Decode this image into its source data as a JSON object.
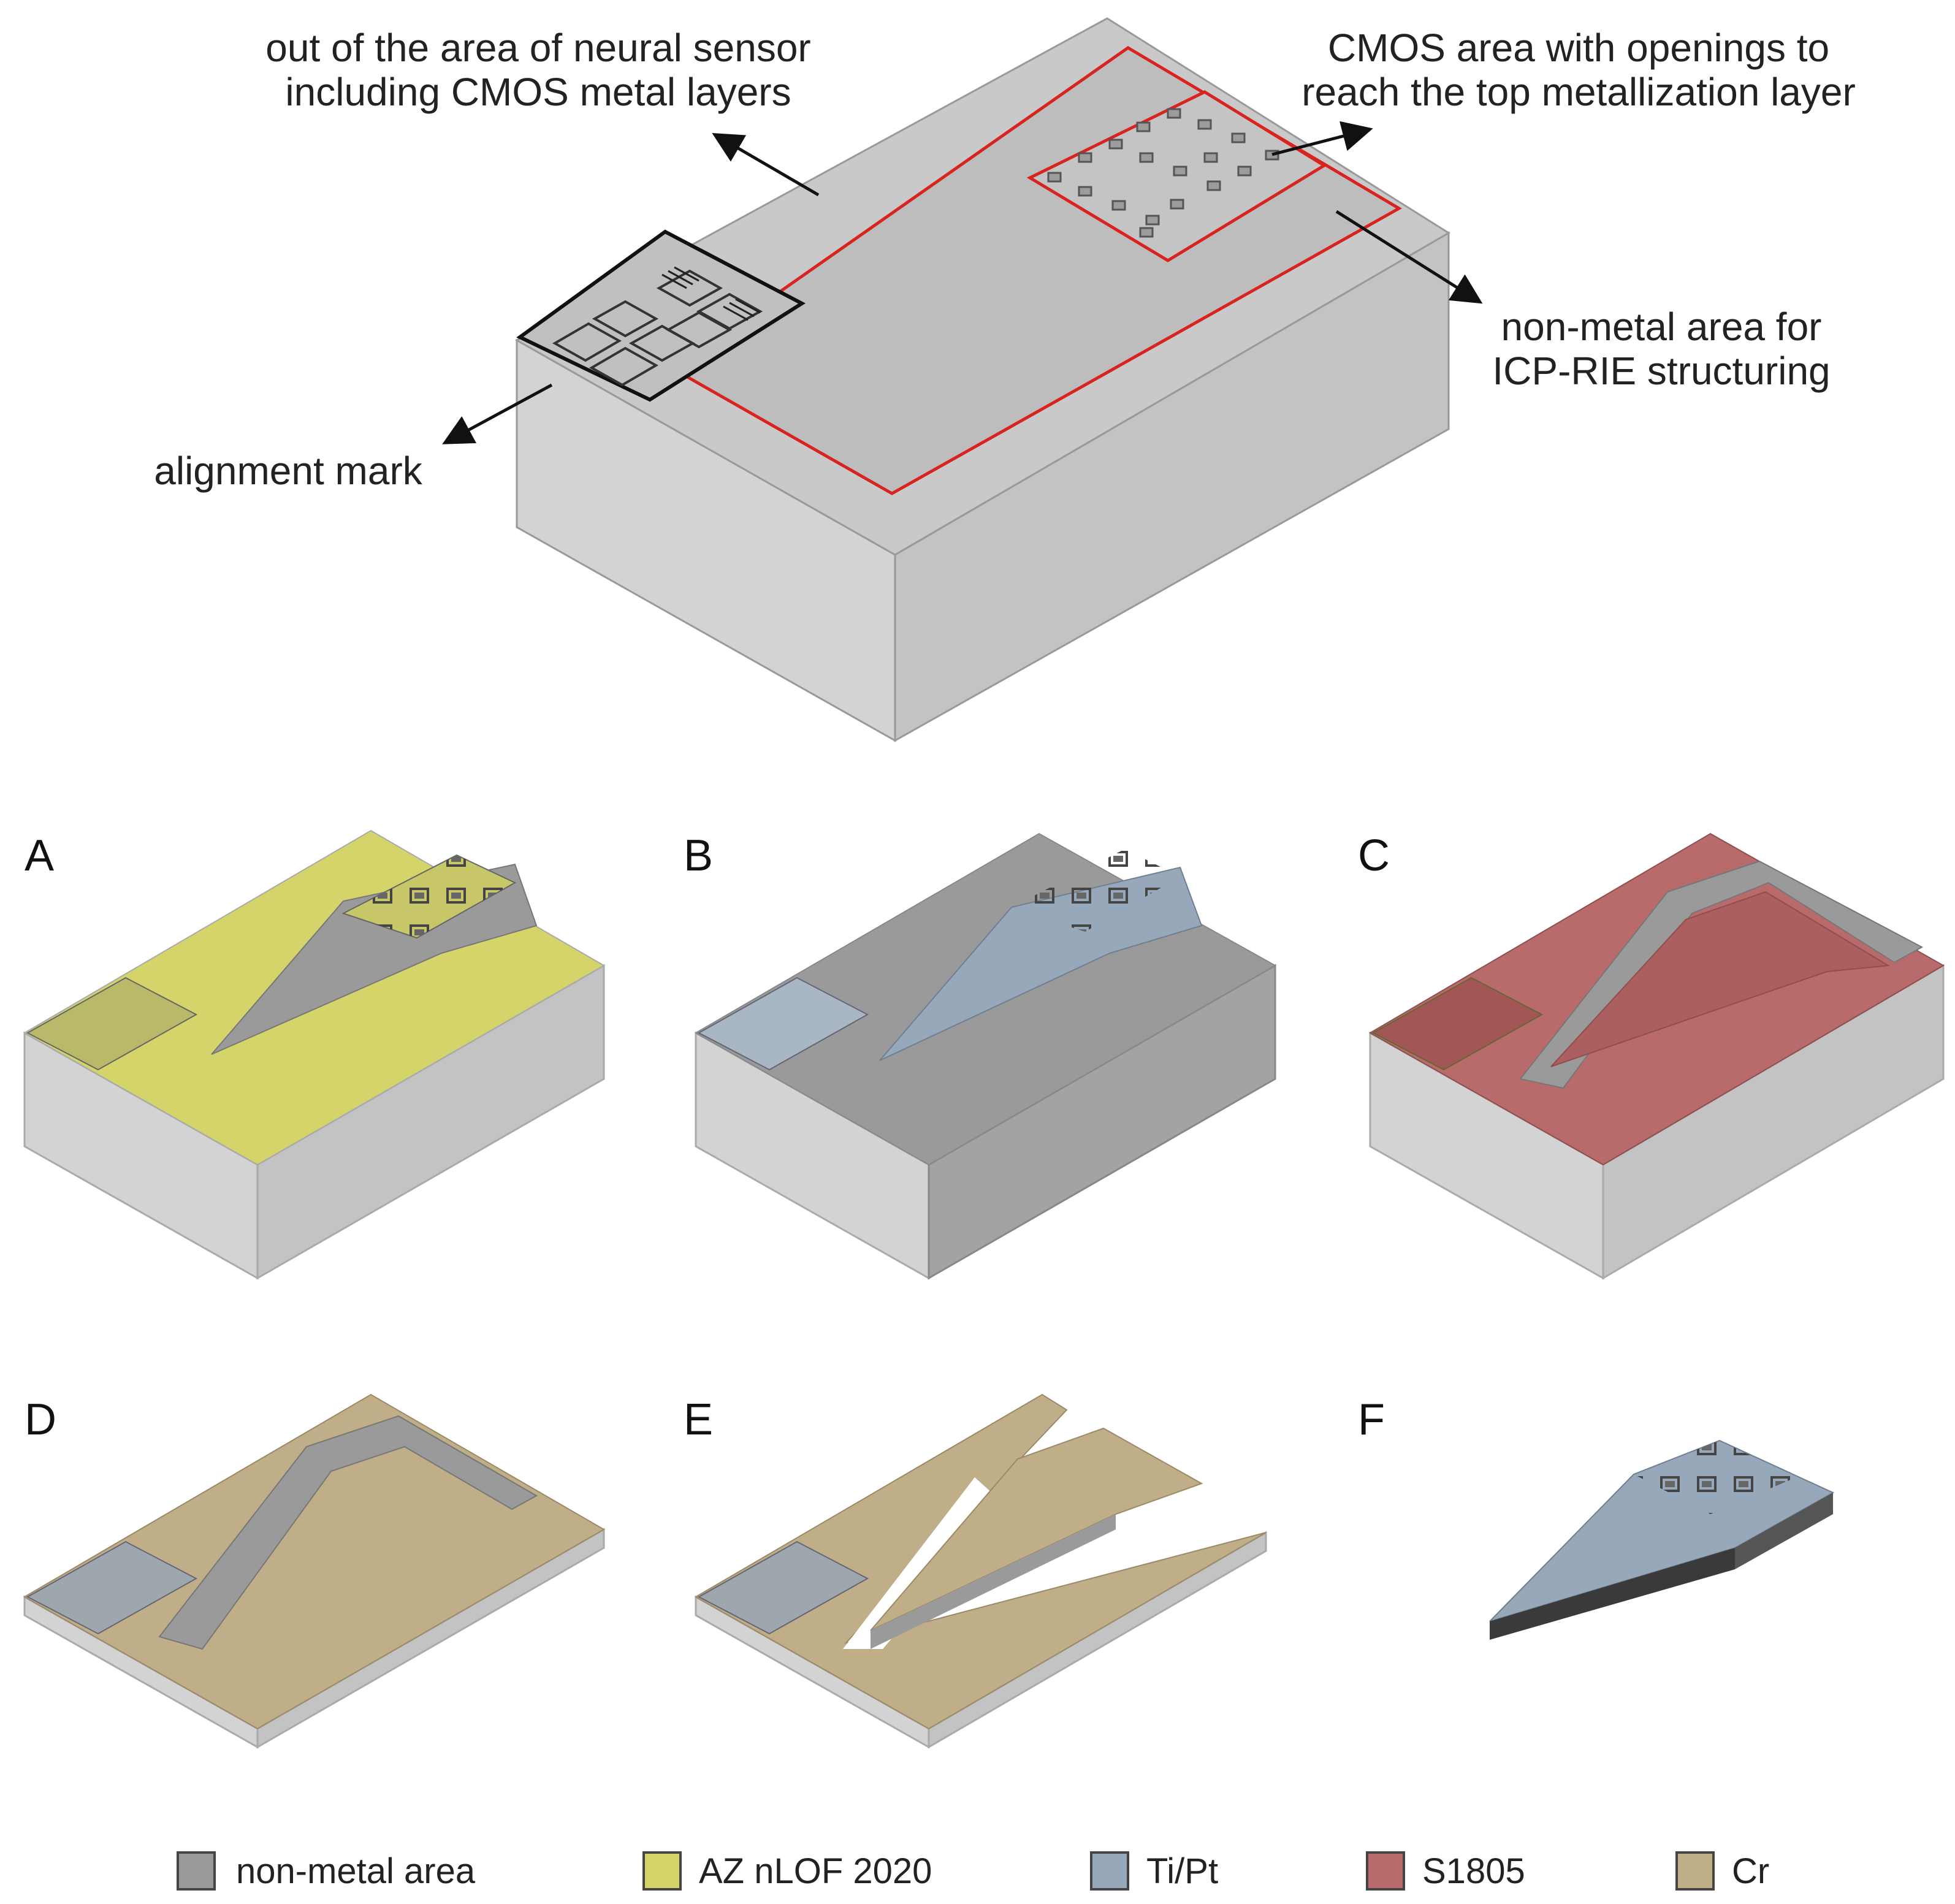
{
  "overview": {
    "annotations": {
      "outside_line1": "out of the area of neural sensor",
      "outside_line2": "including CMOS metal layers",
      "cmos_line1": "CMOS area with openings to",
      "cmos_line2": "reach the top metallization layer",
      "nonmetal_line1": "non-metal area for",
      "nonmetal_line2": "ICP-RIE structuring",
      "alignment": "alignment mark"
    }
  },
  "panels": {
    "A": "A",
    "B": "B",
    "C": "C",
    "D": "D",
    "E": "E",
    "F": "F"
  },
  "legend": [
    {
      "label": "non-metal area",
      "color": "#9a9a9a"
    },
    {
      "label": "AZ nLOF 2020",
      "color": "#d4d46a"
    },
    {
      "label": "Ti/Pt",
      "color": "#97a8bb"
    },
    {
      "label": "S1805",
      "color": "#b96a6a"
    },
    {
      "label": "Cr",
      "color": "#bfae87"
    }
  ],
  "colors": {
    "grey_top": "#c8c8c8",
    "block_front": "#cfcfcf",
    "block_side": "#bdbdbd",
    "nonmetal": "#9a9a9a",
    "resist_yellow": "#d4d46a",
    "tipt_blue": "#97a8bb",
    "s1805_red": "#b96a6a",
    "cr_tan": "#bfae87",
    "red_outline": "#d8231e"
  }
}
